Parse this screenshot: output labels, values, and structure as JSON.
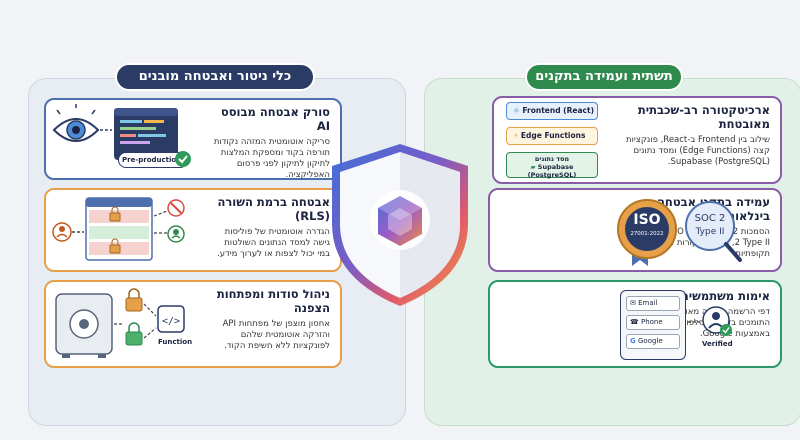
{
  "left_panel": {
    "banner": "כלי ניטור ואבטחה מובנים",
    "cards": [
      {
        "title": "סורק אבטחה מבוסס AI",
        "desc": "סריקה אוטומטית המזהה נקודות תורפה בקוד ומספקת המלצות לתיקון לתיקון לפני פרסום האפליקציה.",
        "badge": "Pre-production"
      },
      {
        "title": "אבטחה ברמת השורה (RLS)",
        "desc": "הגדרה אוטומטית של פוליסות גישה למסד הנתונים השולטות במי יכול לצפות או לערוך מידע."
      },
      {
        "title": "ניהול סודות ומפתחות הצפנה",
        "desc": "אחסון מוצפן של מפתחות API והזרקה אוטומטית שלהם לפונקציות ללא חשיפת הקוד.",
        "badge": "Function"
      }
    ]
  },
  "right_panel": {
    "banner": "תשתית ועמידה בתקנים",
    "cards": [
      {
        "title": "ארכיטקטורה רב-שכבתית מאובטחת",
        "desc": "שילוב בין Frontend ב-React, פונקציות קצה (Edge Functions) ומסד נתונים Supabase (PostgreSQL).",
        "layers": [
          "Frontend (React)",
          "Edge Functions",
          "מסד נתונים",
          "Supabase (PostgreSQL)"
        ]
      },
      {
        "title": "עמידה בתקני אבטחה בינלאומיים",
        "desc": "הסמכות ISO 27001:2022 ו-SOC 2 Type II, וביצוע ביקורות צד-ג' תקופתיות.",
        "iso_badge": "ISO",
        "iso_sub": "27001:2022",
        "soc_badge": "SOC 2",
        "soc_sub": "Type II"
      },
      {
        "title": "אימות משתמשים מובנה",
        "desc": "דפי הרשמה וכניסה מאובטחים התומכים בדוא\"ל, סלפון והתחברות באמצעות Google.",
        "auth_options": [
          "Email",
          "Phone",
          "Google"
        ],
        "verified": "Verified"
      }
    ]
  },
  "colors": {
    "navy": "#2a3b66",
    "green": "#2f8a4e",
    "blue_card": "#4d6fae",
    "orange_card": "#e6a04a",
    "purple_card": "#8b5ca8",
    "teal_card": "#2a9a6b"
  }
}
